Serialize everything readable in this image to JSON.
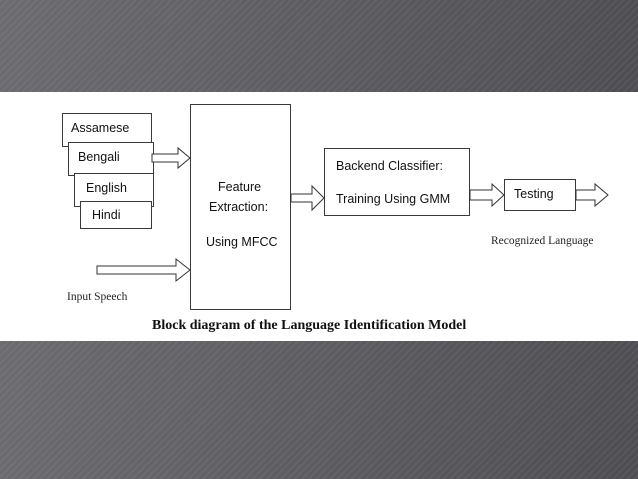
{
  "diagram": {
    "languages": [
      "Assamese",
      "Bengali",
      "English",
      "Hindi"
    ],
    "feature_box": {
      "line1": "Feature",
      "line2": "Extraction:",
      "line3": "Using MFCC"
    },
    "classifier_box": {
      "line1": "Backend Classifier:",
      "line2": "Training Using GMM"
    },
    "testing_label": "Testing",
    "recognized_label": "Recognized Language",
    "input_label": "Input Speech",
    "caption": "Block diagram of the Language Identification Model"
  }
}
